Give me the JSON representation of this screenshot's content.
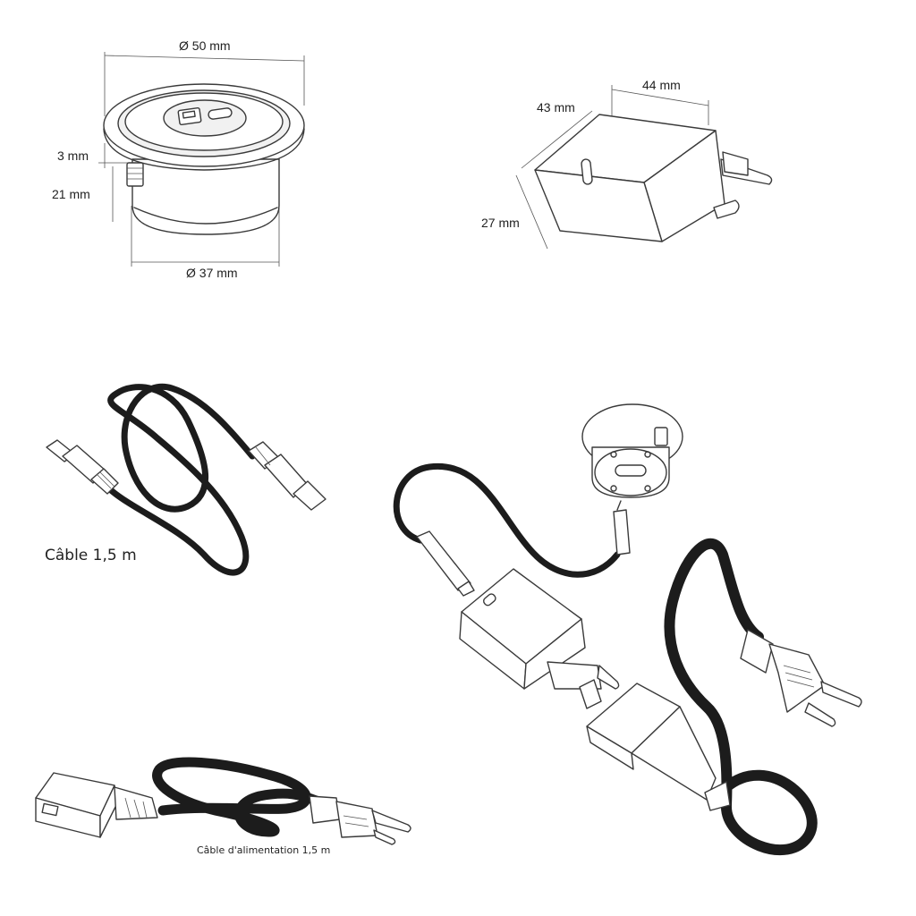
{
  "desk_socket": {
    "diameter_top": "Ø 50 mm",
    "rim_height": "3 mm",
    "body_height": "21 mm",
    "diameter_bottom": "Ø 37 mm"
  },
  "charger": {
    "depth": "43 mm",
    "width": "44 mm",
    "height": "27 mm"
  },
  "usb_c_cable": {
    "caption": "Câble 1,5 m"
  },
  "power_cable": {
    "caption": "Câble d'alimentation 1,5 m"
  },
  "colors": {
    "cord": "#1c1c1c",
    "outline": "#3a3a3a",
    "background": "#ffffff"
  }
}
